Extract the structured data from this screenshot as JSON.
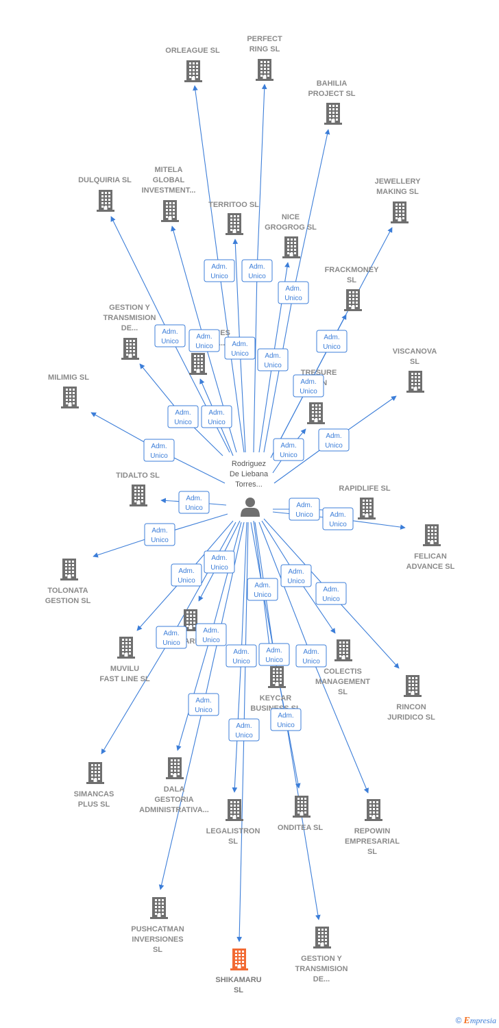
{
  "colors": {
    "edge": "#3b7dd8",
    "building": "#6f6f6f",
    "building_focus": "#f26a33",
    "person": "#6f6f6f",
    "label": "#8a8a8a",
    "label_box_border": "#3b7dd8"
  },
  "icons": {
    "company": "building-icon",
    "person": "person-icon"
  },
  "person": {
    "label_lines": [
      "Rodriguez",
      "De Liebana",
      "Torres..."
    ]
  },
  "edge_label_lines": [
    "Adm.",
    "Unico"
  ],
  "companies": [
    {
      "id": "orleague",
      "lines": [
        "ORLEAGUE  SL"
      ]
    },
    {
      "id": "perfect-ring",
      "lines": [
        "PERFECT",
        "RING  SL"
      ]
    },
    {
      "id": "bahilia",
      "lines": [
        "BAHILIA",
        "PROJECT  SL"
      ]
    },
    {
      "id": "dulquiria",
      "lines": [
        "DULQUIRIA  SL"
      ]
    },
    {
      "id": "mitela",
      "lines": [
        "MITELA",
        "GLOBAL",
        "INVESTMENT..."
      ]
    },
    {
      "id": "territoo",
      "lines": [
        "TERRITOO  SL"
      ]
    },
    {
      "id": "nice-grogrog",
      "lines": [
        "NICE",
        "GROGROG  SL"
      ]
    },
    {
      "id": "jewellery",
      "lines": [
        "JEWELLERY",
        "MAKING  SL"
      ]
    },
    {
      "id": "frackmoney",
      "lines": [
        "FRACKMONEY",
        "SL"
      ]
    },
    {
      "id": "gestion-top",
      "lines": [
        "GESTION Y",
        "TRANSMISION",
        "DE..."
      ]
    },
    {
      "id": "inversiones-hidden",
      "lines": [
        "...NES",
        "S..."
      ]
    },
    {
      "id": "viscanova",
      "lines": [
        "VISCANOVA",
        "SL"
      ]
    },
    {
      "id": "tresure",
      "lines": [
        "TRESURE",
        "...EN",
        "SL"
      ]
    },
    {
      "id": "milimig",
      "lines": [
        "MILIMIG  SL"
      ]
    },
    {
      "id": "tidalto",
      "lines": [
        "TIDALTO  SL"
      ]
    },
    {
      "id": "rapidlife",
      "lines": [
        "RAPIDLIFE  SL"
      ]
    },
    {
      "id": "felican",
      "lines": [
        "FELICAN",
        "ADVANCE  SL"
      ]
    },
    {
      "id": "tolonata",
      "lines": [
        "TOLONATA",
        "GESTION  SL"
      ]
    },
    {
      "id": "muvilu",
      "lines": [
        "MUVILU",
        "FAST LINE  SL"
      ]
    },
    {
      "id": "ari-hidden",
      "lines": [
        "...ARI..."
      ]
    },
    {
      "id": "colectis",
      "lines": [
        "COLECTIS",
        "MANAGEMENT",
        "SL"
      ]
    },
    {
      "id": "rincon",
      "lines": [
        "RINCON",
        "JURIDICO SL"
      ]
    },
    {
      "id": "keycar",
      "lines": [
        "KEYCAR",
        "BUSINESS  SL"
      ]
    },
    {
      "id": "simancas",
      "lines": [
        "SIMANCAS",
        "PLUS  SL"
      ]
    },
    {
      "id": "dala",
      "lines": [
        "DALA",
        "GESTORIA",
        "ADMINISTRATIVA..."
      ]
    },
    {
      "id": "legalistron",
      "lines": [
        "LEGALISTRON",
        "SL"
      ]
    },
    {
      "id": "onditea",
      "lines": [
        "ONDITEA  SL"
      ]
    },
    {
      "id": "repowin",
      "lines": [
        "REPOWIN",
        "EMPRESARIAL",
        "SL"
      ]
    },
    {
      "id": "pushcatman",
      "lines": [
        "PUSHCATMAN",
        "INVERSIONES",
        "SL"
      ]
    },
    {
      "id": "shikamaru",
      "lines": [
        "SHIKAMARU",
        "SL"
      ],
      "focus": true
    },
    {
      "id": "gestion-bottom",
      "lines": [
        "GESTION Y",
        "TRANSMISION",
        "DE..."
      ]
    }
  ],
  "footer": {
    "copyright": "©",
    "brand_first": "E",
    "brand_rest": "mpresia"
  }
}
